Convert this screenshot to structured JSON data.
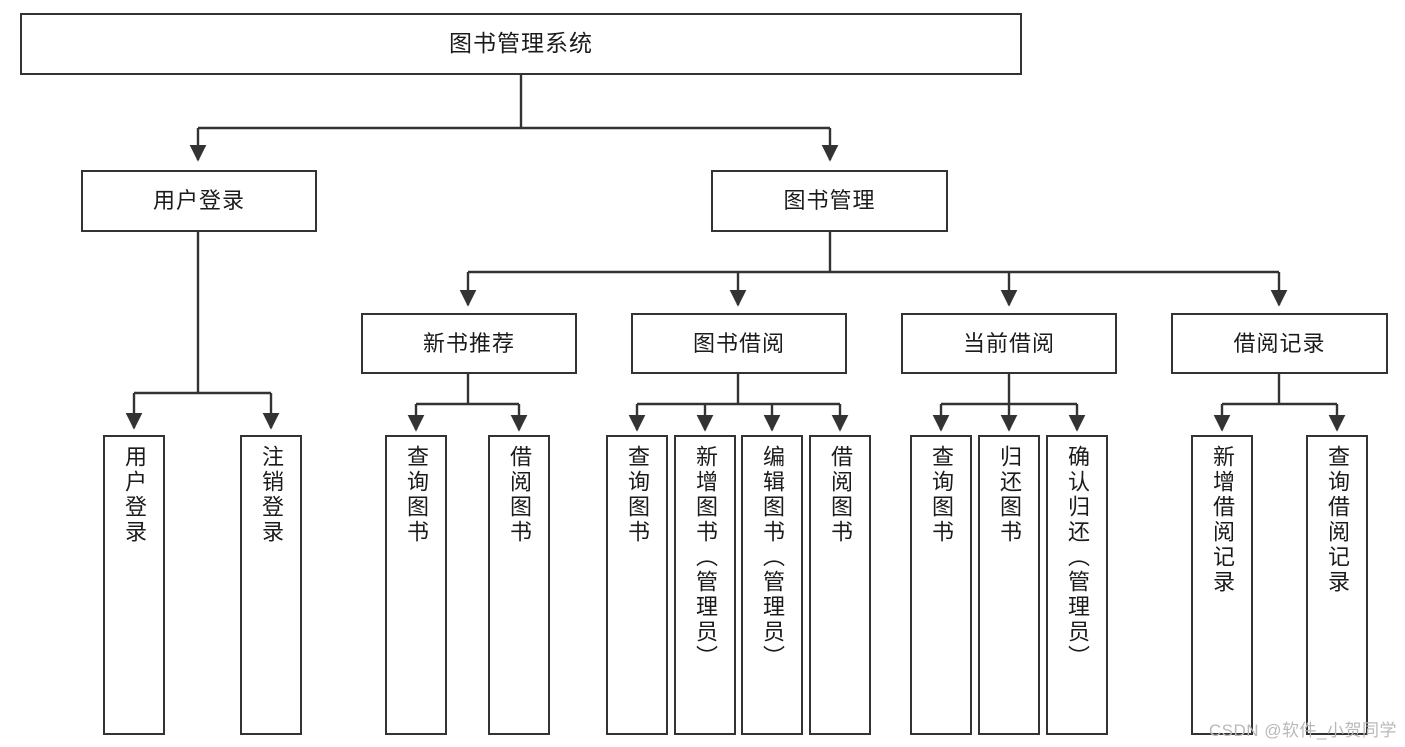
{
  "diagram": {
    "title": "图书管理系统",
    "type": "tree-hierarchy-chart",
    "watermark": "CSDN @软件_小贺同学",
    "colors": {
      "box_border": "#333333",
      "box_fill": "#ffffff",
      "edge": "#333333",
      "text": "#1b1b1b",
      "watermark": "#b9b9b9"
    },
    "nodes": {
      "root": {
        "label": "图书管理系统"
      },
      "level2": [
        {
          "id": "user-login",
          "label": "用户登录"
        },
        {
          "id": "book-management",
          "label": "图书管理"
        }
      ],
      "level3": [
        {
          "id": "new-book-recommend",
          "label": "新书推荐"
        },
        {
          "id": "book-borrow",
          "label": "图书借阅"
        },
        {
          "id": "current-borrow",
          "label": "当前借阅"
        },
        {
          "id": "borrow-record",
          "label": "借阅记录"
        }
      ],
      "leaves": {
        "user_login": [
          {
            "id": "leaf-user-login",
            "label": "用户登录"
          },
          {
            "id": "leaf-logout-login",
            "label": "注销登录"
          }
        ],
        "new_book_recommend": [
          {
            "id": "leaf-query-book-1",
            "label": "查询图书"
          },
          {
            "id": "leaf-borrow-book-1",
            "label": "借阅图书"
          }
        ],
        "book_borrow": [
          {
            "id": "leaf-query-book-2",
            "label": "查询图书"
          },
          {
            "id": "leaf-add-book",
            "label": "新增图书（管理员）"
          },
          {
            "id": "leaf-edit-book",
            "label": "编辑图书（管理员）"
          },
          {
            "id": "leaf-borrow-book-2",
            "label": "借阅图书"
          }
        ],
        "current_borrow": [
          {
            "id": "leaf-query-book-3",
            "label": "查询图书"
          },
          {
            "id": "leaf-return-book",
            "label": "归还图书"
          },
          {
            "id": "leaf-confirm-return",
            "label": "确认归还（管理员）"
          }
        ],
        "borrow_record": [
          {
            "id": "leaf-add-borrow-record",
            "label": "新增借阅记录"
          },
          {
            "id": "leaf-query-borrow-record",
            "label": "查询借阅记录"
          }
        ]
      }
    }
  }
}
